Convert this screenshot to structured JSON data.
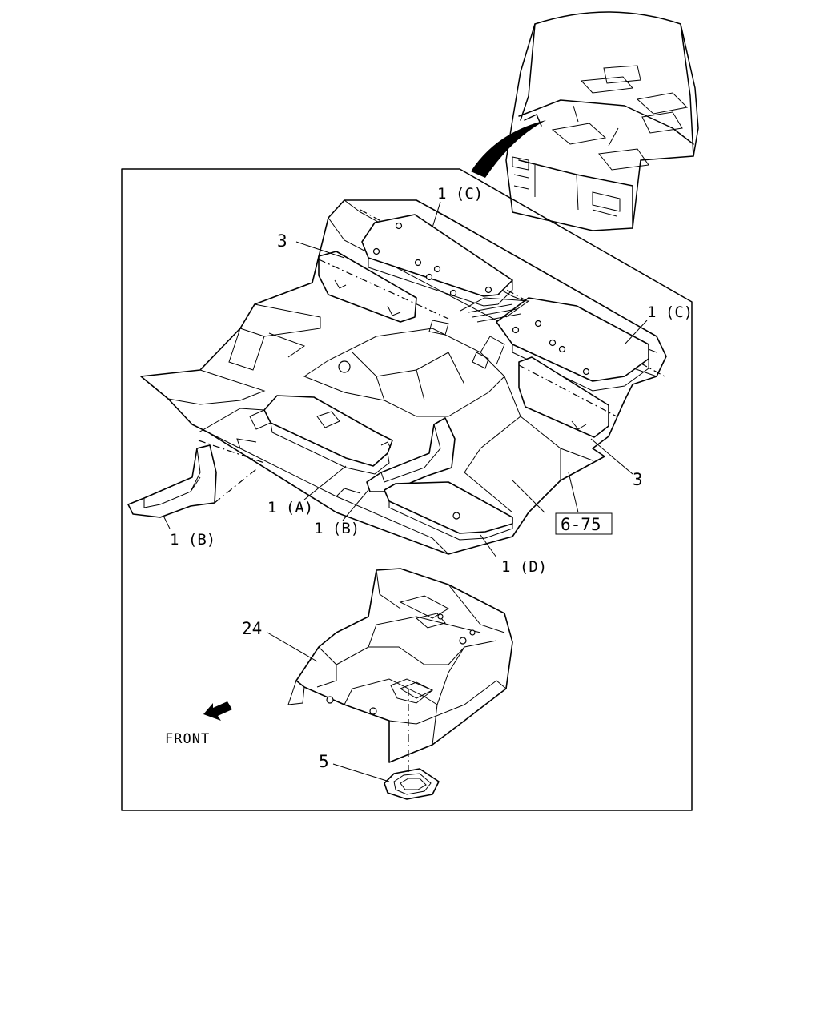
{
  "callouts": {
    "c1": "1 (C)",
    "c2": "1 (C)",
    "a": "1 (A)",
    "b_left": "1 (B)",
    "b_center": "1 (B)",
    "d": "1 (D)",
    "three_left": "3",
    "three_right": "3",
    "twentyfour": "24",
    "five": "5"
  },
  "reference_box": "6-75",
  "direction_label": "FRONT",
  "colors": {
    "line": "#000000",
    "background": "#ffffff"
  },
  "icons": [
    "front-arrow-icon"
  ]
}
